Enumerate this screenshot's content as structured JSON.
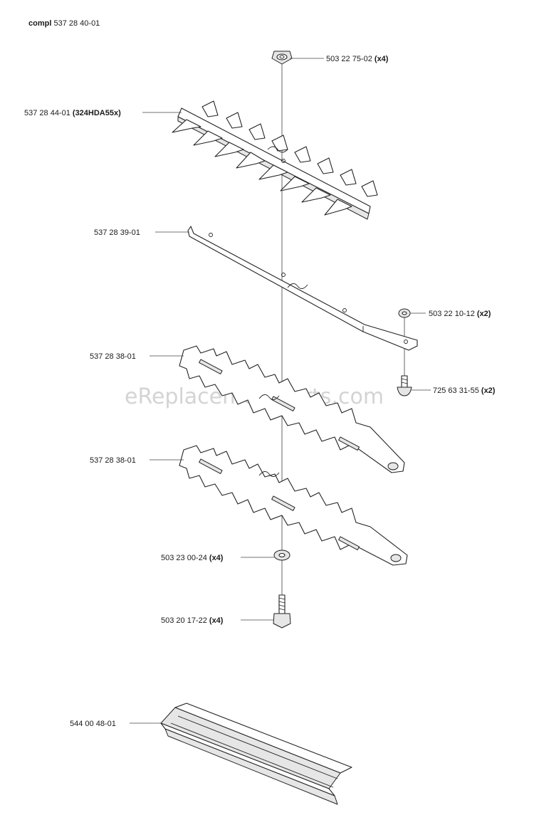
{
  "title": {
    "prefix": "compl",
    "number": "537 28 40-01"
  },
  "watermark": "eReplacementParts.com",
  "parts": [
    {
      "id": "nut",
      "number": "503 22 75-02",
      "qty": "(x4)"
    },
    {
      "id": "blade_top",
      "number": "537 28 44-01",
      "qty": "(324HDA55x)"
    },
    {
      "id": "bar",
      "number": "537 28 39-01",
      "qty": ""
    },
    {
      "id": "washer_r",
      "number": "503 22 10-12",
      "qty": "(x2)"
    },
    {
      "id": "screw_r",
      "number": "725 63 31-55",
      "qty": "(x2)"
    },
    {
      "id": "blade_mid1",
      "number": "537 28 38-01",
      "qty": ""
    },
    {
      "id": "blade_mid2",
      "number": "537 28 38-01",
      "qty": ""
    },
    {
      "id": "washer_b",
      "number": "503 23 00-24",
      "qty": "(x4)"
    },
    {
      "id": "bolt",
      "number": "503 20 17-22",
      "qty": "(x4)"
    },
    {
      "id": "guard",
      "number": "544 00 48-01",
      "qty": ""
    }
  ]
}
